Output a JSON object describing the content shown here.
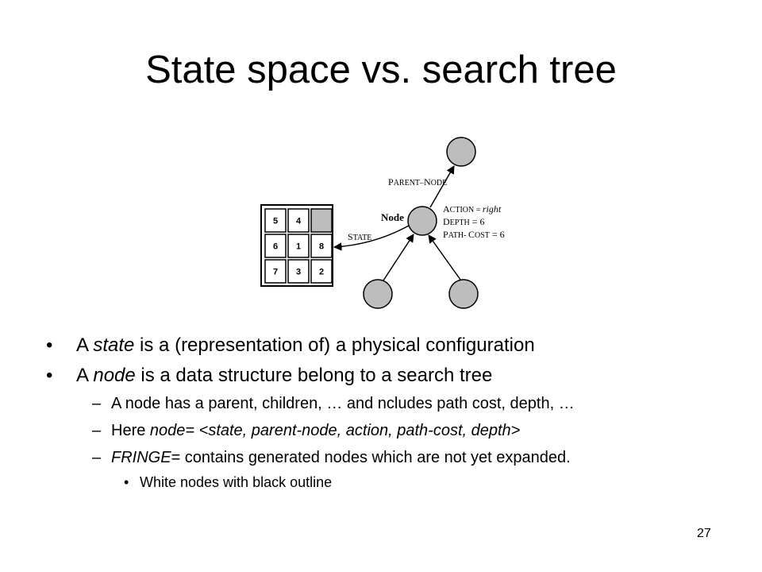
{
  "title": "State space vs. search tree",
  "diagram": {
    "puzzle": {
      "cells": [
        "5",
        "4",
        "",
        "6",
        "1",
        "8",
        "7",
        "3",
        "2"
      ],
      "blank_color": "#bdbdbd"
    },
    "node_color": "#bdbdbd",
    "labels": {
      "node": "Node",
      "state_cap": "S",
      "state_rest": "TATE",
      "parent_cap1": "P",
      "parent_rest1": "ARENT",
      "parent_dash": "–",
      "parent_cap2": "N",
      "parent_rest2": "ODE",
      "action_cap": "A",
      "action_rest": "CTION",
      "action_eq": " = ",
      "action_value": "right",
      "depth_cap": "D",
      "depth_rest": "EPTH",
      "depth_value": " = 6",
      "pathcost_cap1": "P",
      "pathcost_rest1": "ATH",
      "pathcost_dash": "- ",
      "pathcost_cap2": "C",
      "pathcost_rest2": "OST",
      "pathcost_value": " = 6"
    }
  },
  "bullets": {
    "b1_pre": "A ",
    "b1_em": "state",
    "b1_post": " is a (representation of) a physical configuration",
    "b2_pre": "A ",
    "b2_em": "node",
    "b2_post": " is a data structure belong to a search tree",
    "sub1": "A node has a parent, children, … and ncludes path cost, depth, …",
    "sub2_pre": "Here ",
    "sub2_em": "node= <state, parent-node, action, path-cost, depth>",
    "sub3_em": "FRINGE",
    "sub3_post": "= contains generated nodes which are not yet expanded.",
    "subsub1": "White nodes with black outline",
    "bullet_symbol": "•",
    "dash_symbol": "–"
  },
  "slide_number": "27"
}
